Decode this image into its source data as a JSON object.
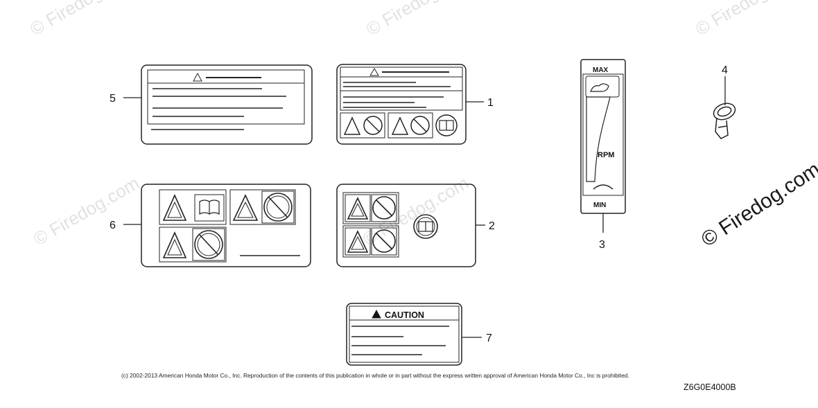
{
  "diagram": {
    "callouts": {
      "c1": "1",
      "c2": "2",
      "c3": "3",
      "c4": "4",
      "c5": "5",
      "c6": "6",
      "c7": "7"
    },
    "labels": {
      "caution": "CAUTION",
      "max": "MAX",
      "min": "MIN",
      "rpm": "RPM"
    },
    "watermark": "© Firedog.com",
    "copyright": "(c) 2002-2013 American Honda Motor Co., Inc. Reproduction of the contents of this publication in whole or in part without the express written approval of American Honda Motor Co., Inc is prohibited.",
    "drawing_code": "Z6G0E4000B"
  }
}
